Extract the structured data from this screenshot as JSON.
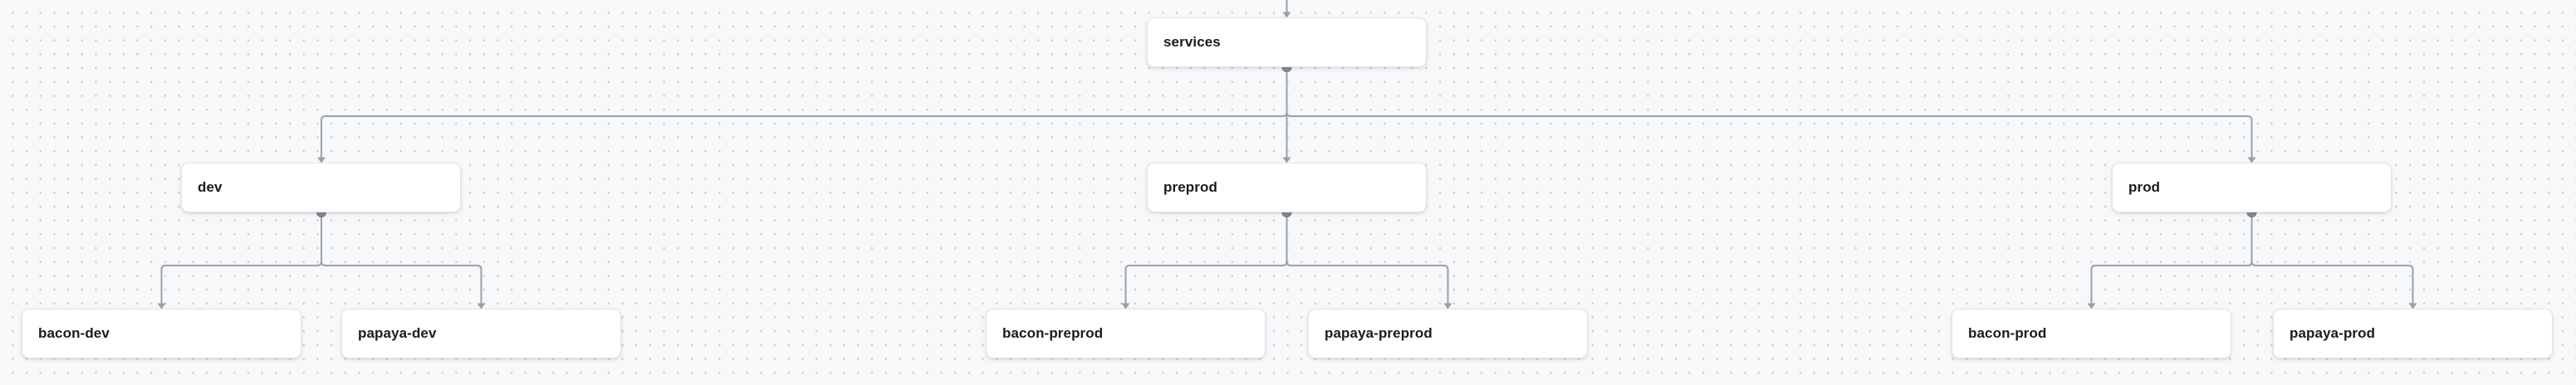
{
  "diagram": {
    "type": "tree",
    "description": "Service environment hierarchy rendered on a dotted flow canvas",
    "colors": {
      "canvas_background": "#f7f8fa",
      "canvas_dots": "#c4c7cd",
      "edge": "#9aa0aa",
      "node_background": "#ffffff",
      "node_border": "#e3e5ea",
      "node_text": "#181b22",
      "source_handle": "#868c96"
    },
    "nodes": [
      {
        "id": "services",
        "label": "services"
      },
      {
        "id": "dev",
        "label": "dev"
      },
      {
        "id": "preprod",
        "label": "preprod"
      },
      {
        "id": "prod",
        "label": "prod"
      },
      {
        "id": "bacon-dev",
        "label": "bacon-dev"
      },
      {
        "id": "papaya-dev",
        "label": "papaya-dev"
      },
      {
        "id": "bacon-preprod",
        "label": "bacon-preprod"
      },
      {
        "id": "papaya-preprod",
        "label": "papaya-preprod"
      },
      {
        "id": "bacon-prod",
        "label": "bacon-prod"
      },
      {
        "id": "papaya-prod",
        "label": "papaya-prod"
      }
    ],
    "edges": [
      {
        "from": "offscreen-top",
        "to": "services"
      },
      {
        "from": "services",
        "to": "dev"
      },
      {
        "from": "services",
        "to": "preprod"
      },
      {
        "from": "services",
        "to": "prod"
      },
      {
        "from": "dev",
        "to": "bacon-dev"
      },
      {
        "from": "dev",
        "to": "papaya-dev"
      },
      {
        "from": "preprod",
        "to": "bacon-preprod"
      },
      {
        "from": "preprod",
        "to": "papaya-preprod"
      },
      {
        "from": "prod",
        "to": "bacon-prod"
      },
      {
        "from": "prod",
        "to": "papaya-prod"
      }
    ]
  }
}
